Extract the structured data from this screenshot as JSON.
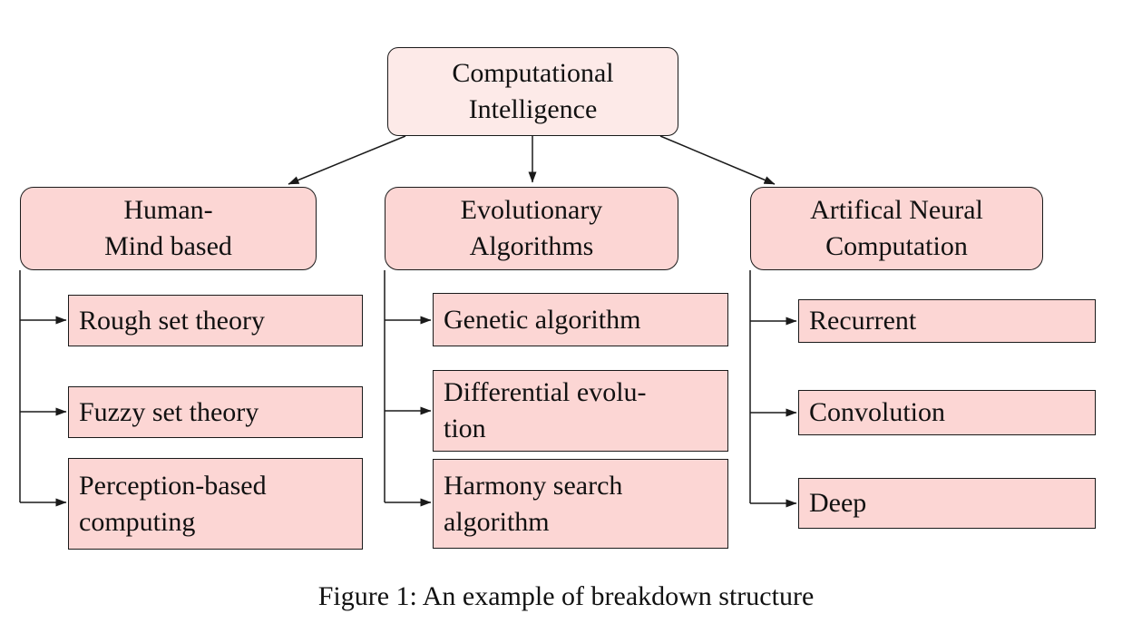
{
  "figure": {
    "caption": "Figure 1: An example of breakdown structure",
    "diagram": {
      "type": "tree",
      "root": {
        "label": "Computational\nIntelligence"
      },
      "branches": [
        {
          "label": "Human-\nMind based",
          "children": [
            "Rough set theory",
            "Fuzzy set theory",
            "Perception-based\ncomputing"
          ]
        },
        {
          "label": "Evolutionary\nAlgorithms",
          "children": [
            "Genetic algorithm",
            "Differential evolu-\ntion",
            "Harmony search\nalgorithm"
          ]
        },
        {
          "label": "Artifical Neural\nComputation",
          "children": [
            "Recurrent",
            "Convolution",
            "Deep"
          ]
        }
      ],
      "colors": {
        "root_fill": "#fdeae8",
        "node_fill": "#fcd6d4",
        "border": "#1a1a1a",
        "line": "#1a1a1a",
        "text": "#111111",
        "background": "#ffffff"
      }
    }
  }
}
